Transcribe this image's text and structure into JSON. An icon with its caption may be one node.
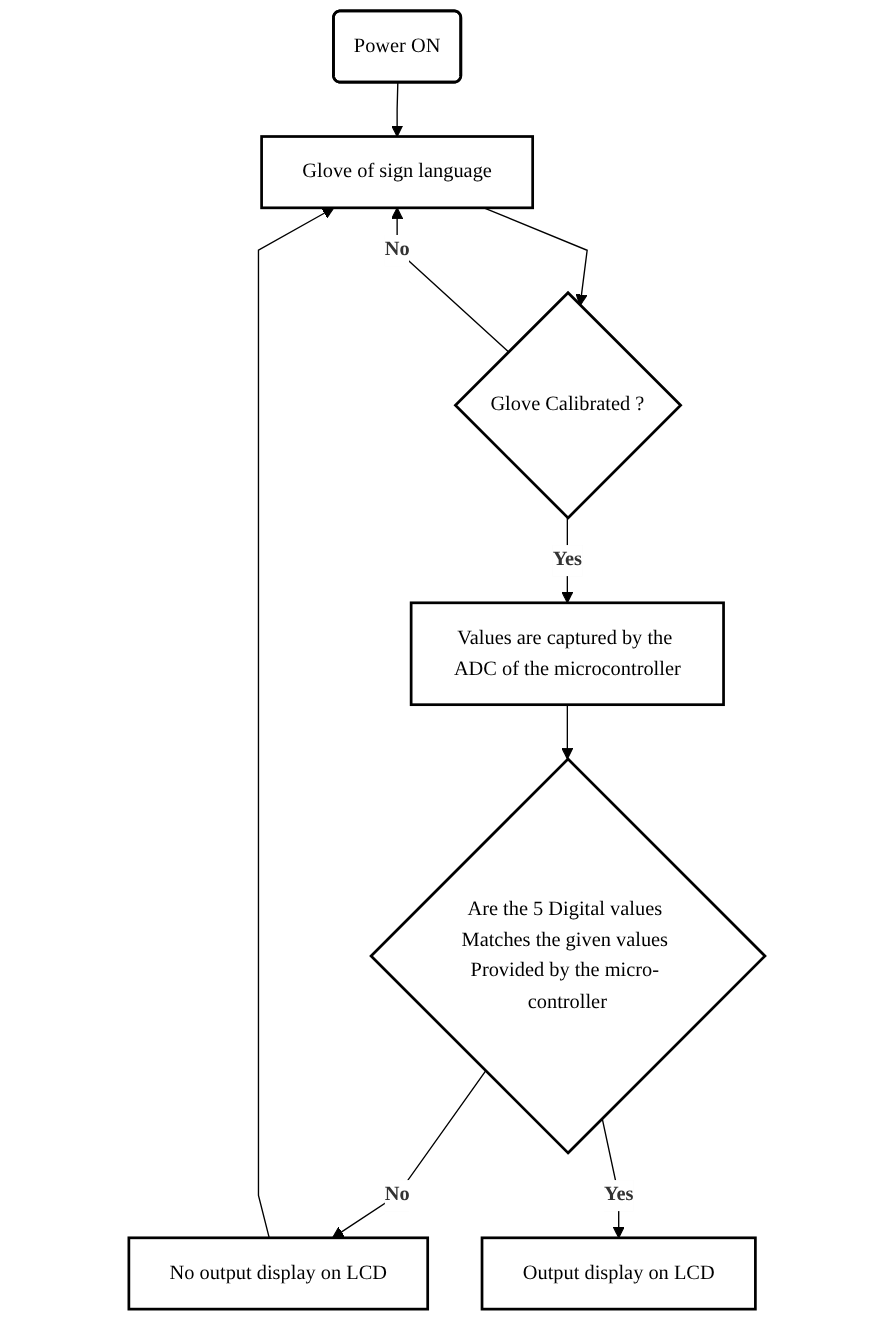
{
  "diagram": {
    "nodes": [
      {
        "text": [
          "Power ON"
        ]
      },
      {
        "text": [
          "Glove of sign language"
        ]
      },
      {
        "text": [
          "Glove Calibrated ?"
        ]
      },
      {
        "text": [
          "Values are captured by the ADC of the microcontroller"
        ]
      },
      {
        "text": [
          "Are the 5 Digital values Matches the given values Provided by the micro- controller"
        ]
      },
      {
        "text": [
          "No output display on LCD"
        ]
      },
      {
        "text": [
          "Output display on LCD"
        ]
      }
    ],
    "edges": [
      {
        "from": 0,
        "to": 1,
        "arrow": "to"
      },
      {
        "from": 1,
        "to": 2,
        "arrow": "to"
      },
      {
        "from": 2,
        "to": 1,
        "arrow": "to",
        "label": "No"
      },
      {
        "from": 2,
        "to": 3,
        "arrow": "to",
        "label": "Yes"
      },
      {
        "from": 3,
        "to": 4,
        "arrow": "to"
      },
      {
        "from": 4,
        "to": 5,
        "arrow": "to",
        "label": "No"
      },
      {
        "from": 5,
        "to": 1,
        "arrow": "to"
      },
      {
        "from": 4,
        "to": 6,
        "arrow": "to",
        "label": "Yes"
      }
    ]
  }
}
